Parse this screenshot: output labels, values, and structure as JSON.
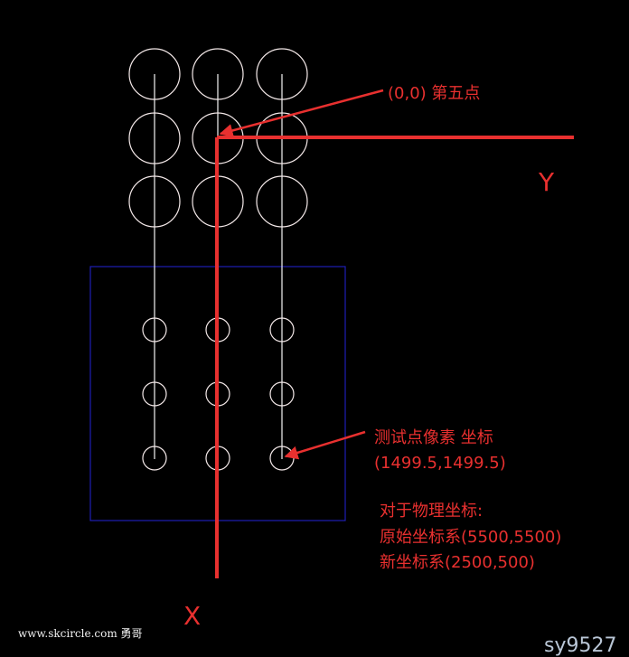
{
  "colors": {
    "background": "#000000",
    "circle_stroke": "#f4e9e9",
    "vertical_line": "#f5f5f5",
    "roi_box": "#1f1fb4",
    "annotation": "#e8302f",
    "watermark_corner": "#b9c6d6"
  },
  "labels": {
    "origin": "(0,0) 第五点",
    "y_axis": "Y",
    "x_axis": "X",
    "test_point_title": "测试点像素 坐标",
    "test_point_coords": "(1499.5,1499.5)",
    "physical_heading": "对于物理坐标:",
    "original_system": "原始坐标系(5500,5500)",
    "new_system": "新坐标系(2500,500)"
  },
  "watermark": {
    "site": "www.skcircle.com 勇哥",
    "corner": "sy9527"
  }
}
